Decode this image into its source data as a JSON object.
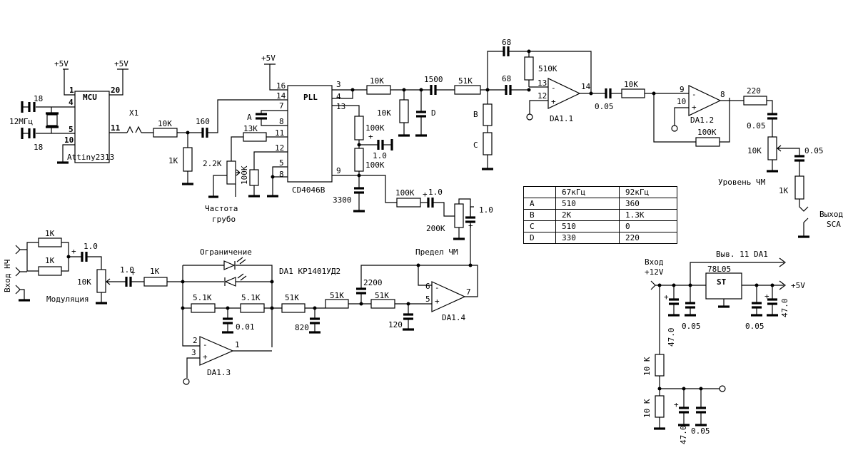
{
  "components": {
    "mcu": {
      "name": "MCU",
      "part": "Attiny2313",
      "pin1": "1",
      "pin20": "20",
      "pin4": "4",
      "pin5": "5",
      "pin10": "10",
      "pin11": "11"
    },
    "pll": {
      "name": "PLL",
      "part": "CD4046B",
      "p16": "16",
      "p14": "14",
      "p7": "7",
      "p8a": "8",
      "p11": "11",
      "p12": "12",
      "p5": "5",
      "p8b": "8",
      "p3": "3",
      "p4": "4",
      "p13": "13",
      "p9": "9"
    },
    "da11": {
      "name": "DA1.1",
      "pin13": "13",
      "pin12": "12",
      "pin14": "14"
    },
    "da12": {
      "name": "DA1.2",
      "pin9": "9",
      "pin10": "10",
      "pin8": "8"
    },
    "da13": {
      "name": "DA1.3",
      "pin2": "2",
      "pin3": "3",
      "pin1": "1"
    },
    "da14": {
      "name": "DA1.4",
      "pin6": "6",
      "pin5": "5",
      "pin7": "7"
    },
    "da1_part": "DA1 КР1401УД2",
    "regulator": {
      "part": "78L05",
      "marking": "ST"
    }
  },
  "labels": {
    "p5v_mcu1": "+5V",
    "p5v_mcu2": "+5V",
    "p5v_pll": "+5V",
    "p5v_out": "+5V",
    "c18_top": "18",
    "c18_bot": "18",
    "xtal": "12МГц",
    "x1": "X1",
    "r10k_in": "10K",
    "c160": "160",
    "r1k_mcu": "1K",
    "cap_a": "A",
    "r13k": "13K",
    "r22k": "2.2K",
    "r100k_pll": "100K",
    "coarse1": "Частота",
    "coarse2": "грубо",
    "r10k_a": "10K",
    "c1500": "1500",
    "r51k_a": "51K",
    "r10k_b": "10K",
    "cap_d": "D",
    "r100k_b": "100K",
    "c10_b": "1.0",
    "r100k_c": "100K",
    "c3300": "3300",
    "r100k_fm": "100K",
    "c10_fm": "1.0",
    "r200k": "200K",
    "c10_fm2": "1.0",
    "fm_limit": "Предел ЧМ",
    "c68_top": "68",
    "c68_mid": "68",
    "r510k": "510K",
    "r_b": "B",
    "r_c": "C",
    "c005_a": "0.05",
    "r10k_c": "10K",
    "r100k_d": "100K",
    "r220": "220",
    "c005_b": "0.05",
    "r10k_lvl": "10K",
    "c005_c": "0.05",
    "fm_level": "Уровень ЧМ",
    "r1k_out": "1K",
    "out1": "Выход",
    "out2": "SCA",
    "in_lf": "Вход НЧ",
    "r1k_in1": "1K",
    "r1k_in2": "1K",
    "c10_in": "1.0",
    "r10k_mod": "10K",
    "modulation": "Модуляция",
    "c10_mod": "1.0",
    "r1k_mod": "1K",
    "limit": "Ограничение",
    "r51k_f1": "5.1K",
    "r51k_f2": "5.1K",
    "c001": "0.01",
    "r51k_1": "51K",
    "r51k_2": "51K",
    "r51k_3": "51K",
    "c820": "820",
    "c2200": "2200",
    "c120": "120",
    "in12v_1": "Вход",
    "in12v_2": "+12V",
    "vyv11": "Выв. 11 DA1",
    "c47_a": "47.0",
    "c005_d": "0.05",
    "c005_e": "0.05",
    "c47_b": "47.0",
    "r10k_div1": "10 K",
    "r10k_div2": "10 K",
    "c47_c": "47.0",
    "c005_f": "0.05"
  },
  "table": {
    "header": [
      "",
      "67кГц",
      "92кГц"
    ],
    "rows": [
      [
        "A",
        "510",
        "360"
      ],
      [
        "B",
        "2K",
        "1.3K"
      ],
      [
        "C",
        "510",
        "0"
      ],
      [
        "D",
        "330",
        "220"
      ]
    ]
  }
}
